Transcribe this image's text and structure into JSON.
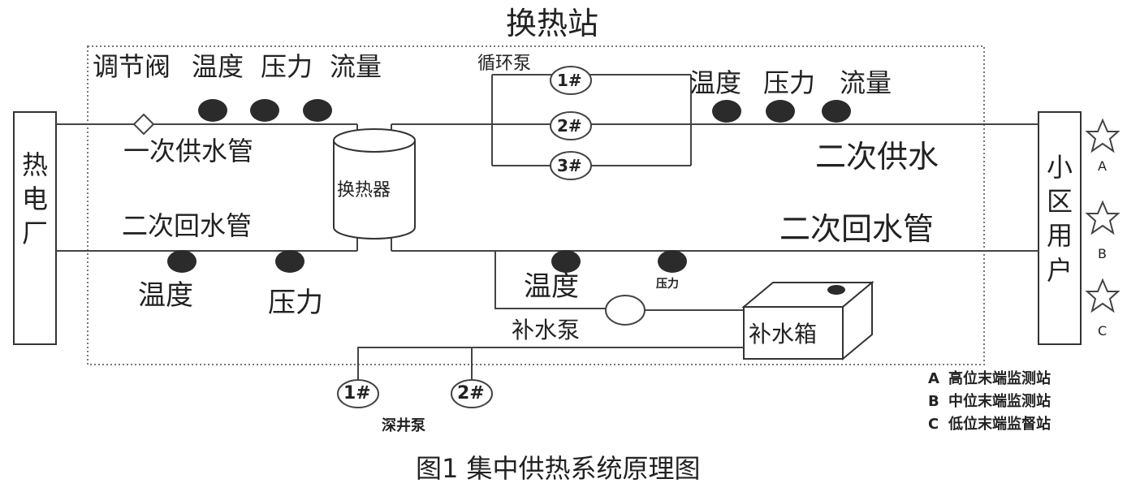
{
  "title": "换热站",
  "caption": "图1 集中供热系统原理图",
  "plant_label": "热电厂",
  "users_label": "小区用户",
  "primary_top": {
    "valve_label": "调节阀",
    "temp_label": "温度",
    "pressure_label": "压力",
    "flow_label": "流量",
    "pipe_label": "一次供水管"
  },
  "primary_bottom": {
    "pipe_label": "二次回水管",
    "temp_label": "温度",
    "pressure_label": "压力"
  },
  "exchanger_label": "换热器",
  "circulation_pumps": {
    "label": "循环泵",
    "pumps": [
      "1#",
      "2#",
      "3#"
    ]
  },
  "secondary_top": {
    "temp_label": "温度",
    "pressure_label": "压力",
    "flow_label": "流量",
    "pipe_label": "二次供水"
  },
  "secondary_bottom": {
    "pipe_label": "二次回水管",
    "temp_label": "温度",
    "pressure_label": "压力"
  },
  "makeup": {
    "pump_label": "补水泵",
    "tank_label": "补水箱"
  },
  "well_pumps": {
    "label": "深井泵",
    "pumps": [
      "1#",
      "2#"
    ]
  },
  "stations": {
    "markers": [
      "A",
      "B",
      "C"
    ],
    "legend": [
      {
        "code": "A",
        "text": "高位末端监测站"
      },
      {
        "code": "B",
        "text": "中位末端监测站"
      },
      {
        "code": "C",
        "text": "低位末端监督站"
      }
    ]
  }
}
